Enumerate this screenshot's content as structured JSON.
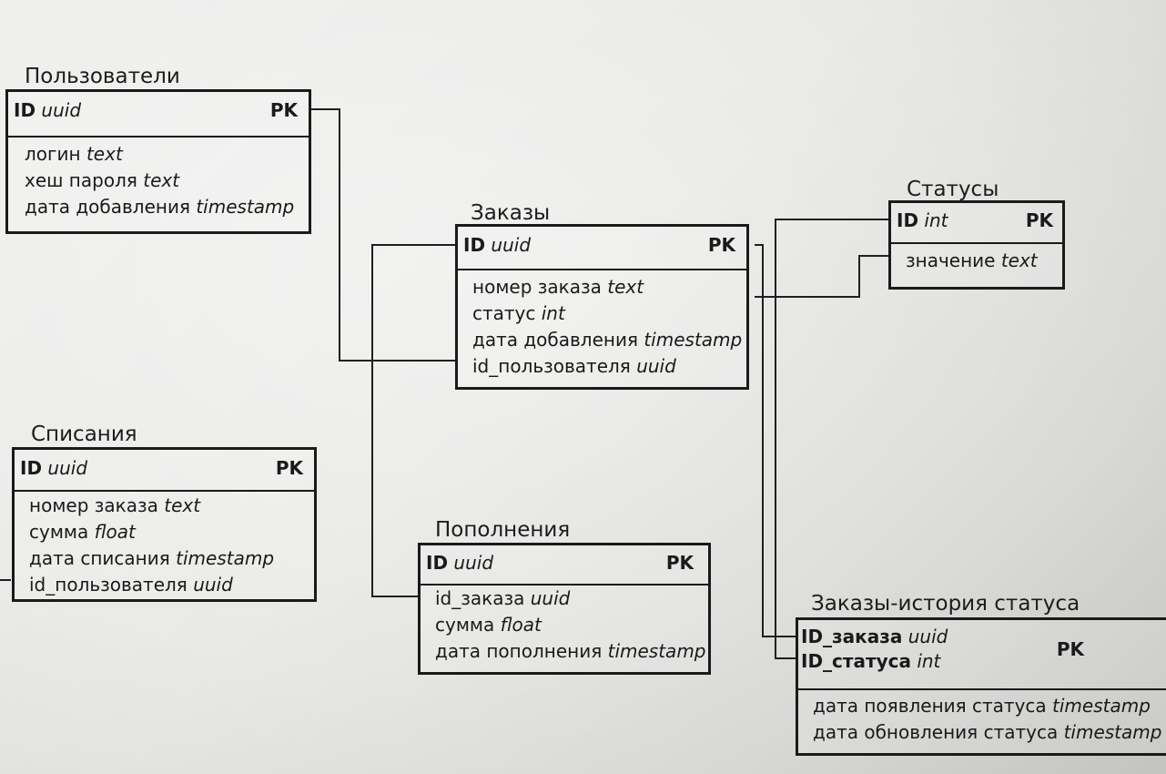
{
  "tables": {
    "users": {
      "title": "Пользователи",
      "pk_name": "ID",
      "pk_type": "uuid",
      "pk_label": "PK",
      "fields": [
        {
          "name": "логин",
          "type": "text"
        },
        {
          "name": "хеш пароля",
          "type": "text"
        },
        {
          "name": "дата добавления",
          "type": "timestamp"
        }
      ]
    },
    "orders": {
      "title": "Заказы",
      "pk_name": "ID",
      "pk_type": "uuid",
      "pk_label": "PK",
      "fields": [
        {
          "name": "номер заказа",
          "type": "text"
        },
        {
          "name": "статус",
          "type": "int"
        },
        {
          "name": "дата добавления",
          "type": "timestamp"
        },
        {
          "name": "id_пользователя",
          "type": "uuid"
        }
      ]
    },
    "statuses": {
      "title": "Статусы",
      "pk_name": "ID",
      "pk_type": "int",
      "pk_label": "PK",
      "fields": [
        {
          "name": "значение",
          "type": "text"
        }
      ]
    },
    "writeoffs": {
      "title": "Списания",
      "pk_name": "ID",
      "pk_type": "uuid",
      "pk_label": "PK",
      "fields": [
        {
          "name": "номер заказа",
          "type": "text"
        },
        {
          "name": "сумма",
          "type": "float"
        },
        {
          "name": "дата списания",
          "type": "timestamp"
        },
        {
          "name": "id_пользователя",
          "type": "uuid"
        }
      ]
    },
    "topups": {
      "title": "Пополнения",
      "pk_name": "ID",
      "pk_type": "uuid",
      "pk_label": "PK",
      "fields": [
        {
          "name": "id_заказа",
          "type": "uuid"
        },
        {
          "name": "сумма",
          "type": "float"
        },
        {
          "name": "дата пополнения",
          "type": "timestamp"
        }
      ]
    },
    "history": {
      "title": "Заказы-история статуса",
      "pk1_name": "ID_заказа",
      "pk1_type": "uuid",
      "pk2_name": "ID_статуса",
      "pk2_type": "int",
      "pk_label": "PK",
      "fields": [
        {
          "name": "дата появления статуса",
          "type": "timestamp"
        },
        {
          "name": "дата обновления статуса",
          "type": "timestamp"
        }
      ]
    }
  }
}
